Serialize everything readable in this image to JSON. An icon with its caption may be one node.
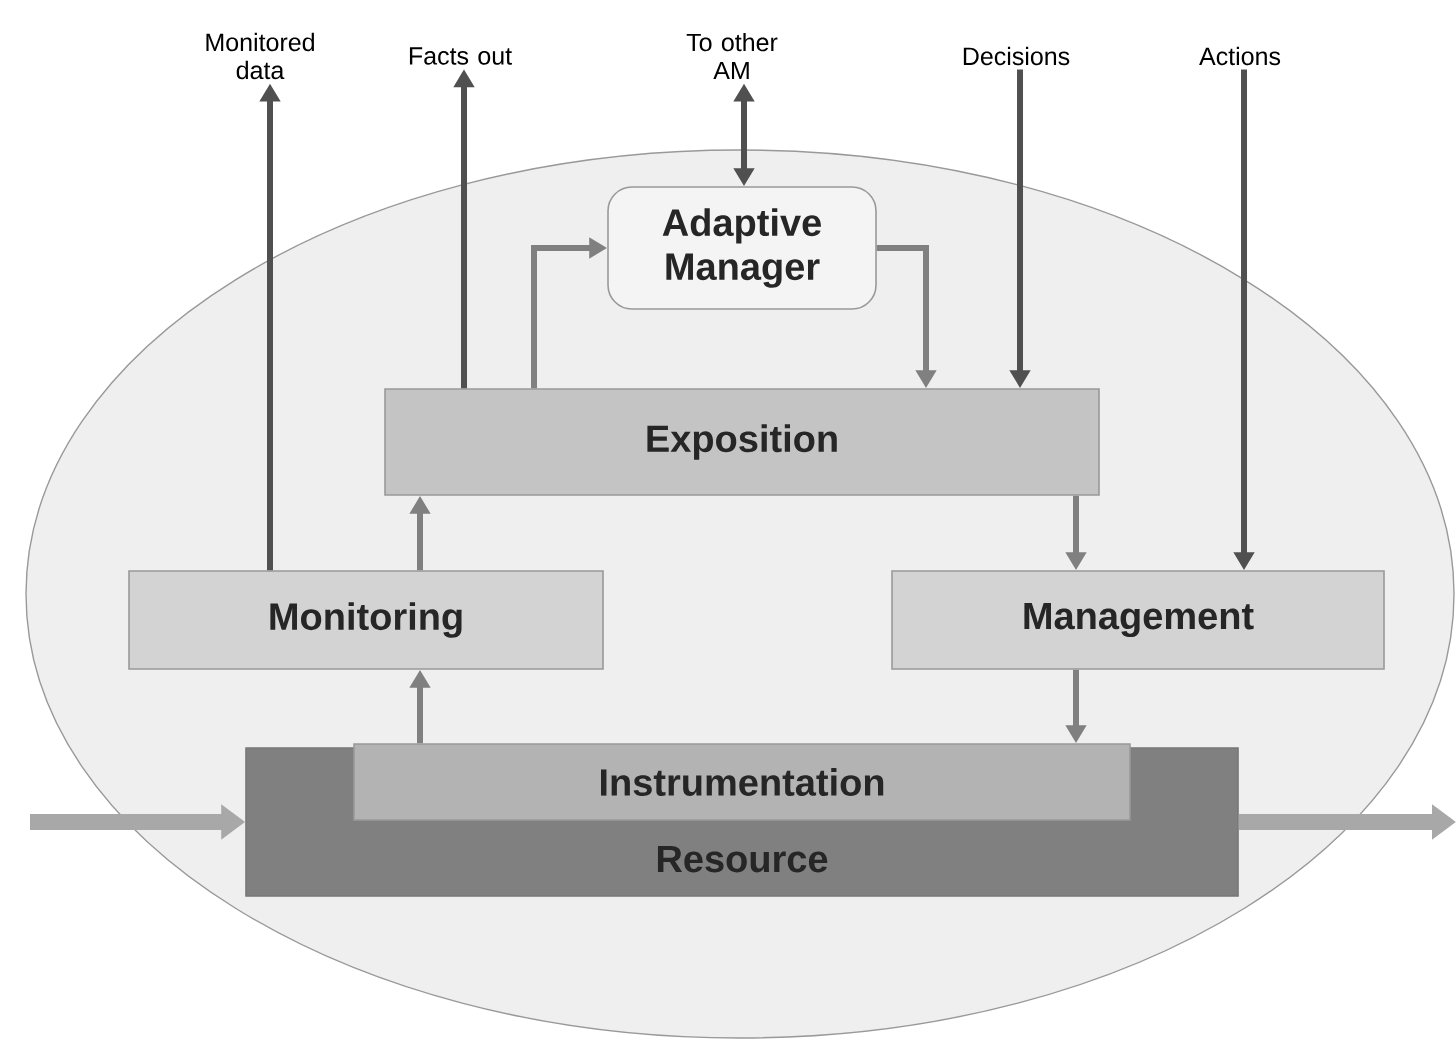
{
  "diagram": {
    "nodes": [
      {
        "text": [],
        "shape": "ellipse"
      },
      {
        "text": [
          "Monitored data"
        ]
      },
      {
        "text": [
          "Facts out"
        ]
      },
      {
        "text": [
          "To other AM"
        ]
      },
      {
        "text": [
          "Decisions"
        ]
      },
      {
        "text": [
          "Actions"
        ]
      },
      {
        "text": [
          "Adaptive Manager"
        ],
        "in": 0
      },
      {
        "text": [
          "Exposition"
        ],
        "in": 0
      },
      {
        "text": [
          "Monitoring"
        ],
        "in": 0
      },
      {
        "text": [
          "Management"
        ],
        "in": 0
      },
      {
        "text": [
          "Resource"
        ],
        "in": 0
      },
      {
        "text": [
          "Instrumentation"
        ],
        "in": 10
      }
    ],
    "edges": [
      {
        "from": 8,
        "to": 1,
        "arrow": "to",
        "color": "#505050"
      },
      {
        "from": 7,
        "to": 2,
        "arrow": "to",
        "color": "#505050"
      },
      {
        "from": 6,
        "to": 3,
        "arrow": "both",
        "color": "#505050"
      },
      {
        "from": 4,
        "to": 7,
        "arrow": "to",
        "color": "#505050"
      },
      {
        "from": 5,
        "to": 9,
        "arrow": "to",
        "color": "#505050"
      },
      {
        "from": 7,
        "to": 6,
        "arrow": "to"
      },
      {
        "from": 6,
        "to": 7,
        "arrow": "to"
      },
      {
        "from": 11,
        "to": 8,
        "arrow": "to"
      },
      {
        "from": 8,
        "to": 7,
        "arrow": "to"
      },
      {
        "from": 7,
        "to": 9,
        "arrow": "to"
      },
      {
        "from": 9,
        "to": 11,
        "arrow": "to"
      },
      {
        "from": null,
        "to": 10,
        "arrow": "to",
        "style": "thick",
        "color": "#a8a8a8"
      },
      {
        "from": 10,
        "to": null,
        "arrow": "to",
        "style": "thick",
        "color": "#a8a8a8"
      }
    ]
  }
}
